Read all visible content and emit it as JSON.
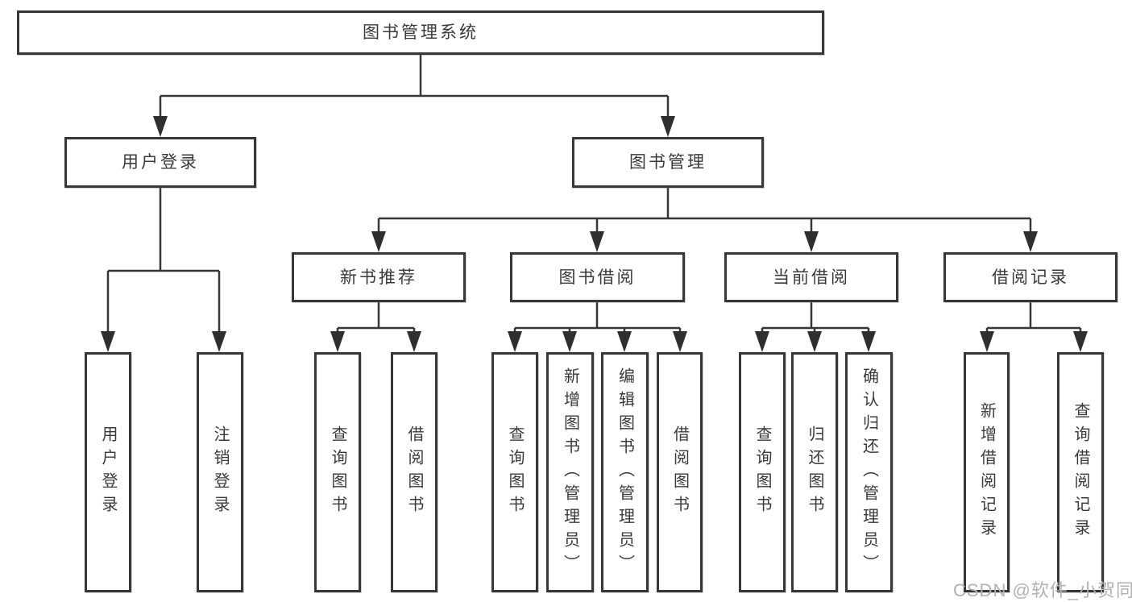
{
  "diagram_title": "图书管理系统",
  "nodes": {
    "root": "图书管理系统",
    "user_login": "用户登录",
    "book_management": "图书管理",
    "user_login_leaf": "用户登录",
    "logout_leaf": "注销登录",
    "new_book_recommend": "新书推荐",
    "book_borrow": "图书借阅",
    "current_borrow": "当前借阅",
    "borrow_records": "借阅记录",
    "query_book_a": "查询图书",
    "borrow_book_a": "借阅图书",
    "query_book_b": "查询图书",
    "add_book_admin": "新增图书（管理员）",
    "edit_book_admin": "编辑图书（管理员）",
    "borrow_book_b": "借阅图书",
    "query_book_c": "查询图书",
    "return_book": "归还图书",
    "confirm_return_admin": "确认归还（管理员）",
    "add_borrow_record": "新增借阅记录",
    "query_borrow_record": "查询借阅记录"
  },
  "hierarchy": {
    "图书管理系统": {
      "用户登录": [
        "用户登录",
        "注销登录"
      ],
      "图书管理": {
        "新书推荐": [
          "查询图书",
          "借阅图书"
        ],
        "图书借阅": [
          "查询图书",
          "新增图书（管理员）",
          "编辑图书（管理员）",
          "借阅图书"
        ],
        "当前借阅": [
          "查询图书",
          "归还图书",
          "确认归还（管理员）"
        ],
        "借阅记录": [
          "新增借阅记录",
          "查询借阅记录"
        ]
      }
    }
  },
  "watermark": "CSDN @软件_小贺同学",
  "colors": {
    "line": "#373737",
    "box_border": "#373737",
    "text": "#3a3a3a",
    "watermark": "#b2b2b2",
    "background": "#ffffff"
  }
}
